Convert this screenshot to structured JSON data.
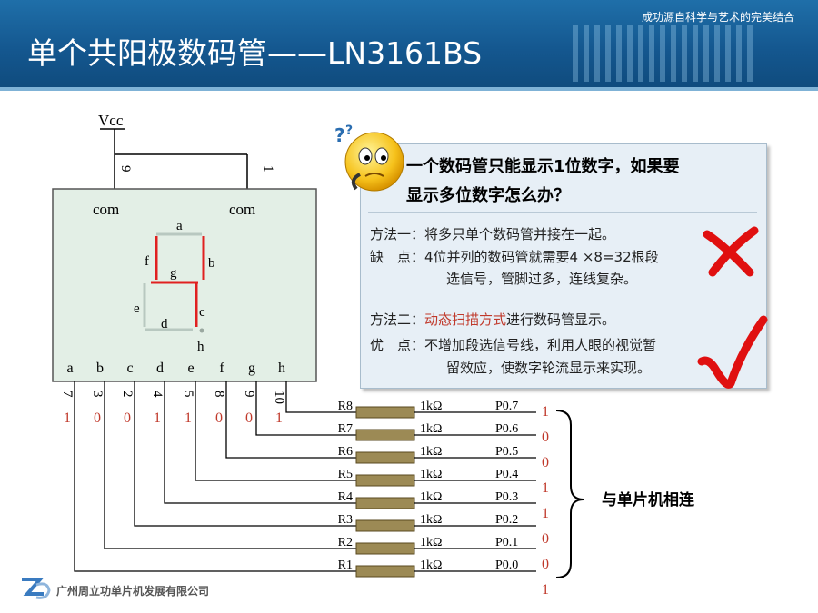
{
  "header": {
    "title": "单个共阳极数码管——LN3161BS",
    "slogan": "成功源自科学与艺术的完美结合"
  },
  "diagram": {
    "vcc": "Vcc",
    "pin_top_left": "9",
    "pin_top_right": "1",
    "com_left": "com",
    "com_right": "com",
    "seg": {
      "a": "a",
      "b": "b",
      "c": "c",
      "d": "d",
      "e": "e",
      "f": "f",
      "g": "g",
      "h": "h"
    },
    "bottom_letters": [
      "a",
      "b",
      "c",
      "d",
      "e",
      "f",
      "g",
      "h"
    ],
    "pin_numbers": [
      "7",
      "3",
      "2",
      "4",
      "5",
      "8",
      "9",
      "10"
    ],
    "pin_bits": [
      "1",
      "0",
      "0",
      "1",
      "1",
      "0",
      "0",
      "1"
    ],
    "rows": [
      {
        "r": "R8",
        "val": "1kΩ",
        "port": "P0.7",
        "bit": "1"
      },
      {
        "r": "R7",
        "val": "1kΩ",
        "port": "P0.6",
        "bit": "0"
      },
      {
        "r": "R6",
        "val": "1kΩ",
        "port": "P0.5",
        "bit": "0"
      },
      {
        "r": "R5",
        "val": "1kΩ",
        "port": "P0.4",
        "bit": "1"
      },
      {
        "r": "R4",
        "val": "1kΩ",
        "port": "P0.3",
        "bit": "1"
      },
      {
        "r": "R3",
        "val": "1kΩ",
        "port": "P0.2",
        "bit": "0"
      },
      {
        "r": "R2",
        "val": "1kΩ",
        "port": "P0.1",
        "bit": "0"
      },
      {
        "r": "R1",
        "val": "1kΩ",
        "port": "P0.0",
        "bit": "1"
      }
    ],
    "mcu_label": "与单片机相连"
  },
  "callout": {
    "question_line1": "一个数码管只能显示1位数字，如果要",
    "question_line2": "显示多位数字怎么办？",
    "m1_line": "方法一：将多只单个数码管并接在一起。",
    "m1_con_line1": "缺　点：4位并列的数码管就需要4 ×8=32根段",
    "m1_con_line2": "选信号，管脚过多，连线复杂。",
    "m2_prefix": "方法二：",
    "m2_highlight": "动态扫描方式",
    "m2_suffix": "进行数码管显示。",
    "m2_pro_line1": "优　点：不增加段选信号线，利用人眼的视觉暂",
    "m2_pro_line2": "留效应，使数字轮流显示来实现。"
  },
  "footer": {
    "company": "广州周立功单片机发展有限公司"
  },
  "colors": {
    "header": "#14578f",
    "segment_on": "#e02020",
    "accent": "#c0392b",
    "callout_bg": "#e7eff6"
  }
}
